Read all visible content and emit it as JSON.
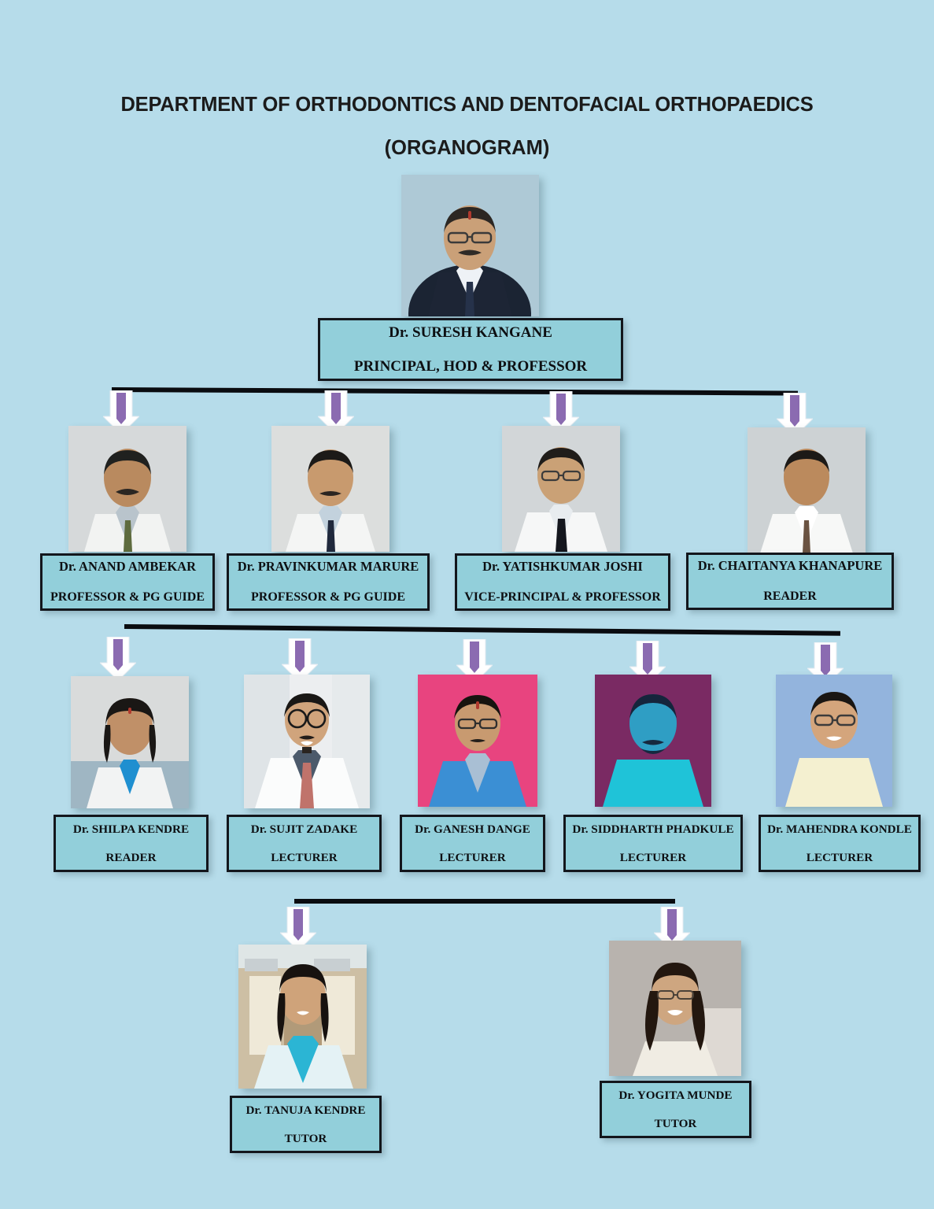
{
  "title": {
    "line1": "DEPARTMENT OF ORTHODONTICS AND DENTOFACIAL ORTHOPAEDICS",
    "line2": "(ORGANOGRAM)"
  },
  "colors": {
    "background": "#b6dcea",
    "box_fill": "#92cfda",
    "box_border": "#13161c",
    "connector_line": "#0a0c10",
    "arrow_outer": "#ffffff",
    "arrow_inner": "#8b6bb1",
    "text": "#0d0f12"
  },
  "levels": [
    {
      "level": 1,
      "nodes": [
        {
          "name": "Dr. SURESH KANGANE",
          "role": "PRINCIPAL, HOD & PROFESSOR"
        }
      ]
    },
    {
      "level": 2,
      "nodes": [
        {
          "name": "Dr. ANAND AMBEKAR",
          "role": "PROFESSOR & PG GUIDE"
        },
        {
          "name": "Dr. PRAVINKUMAR MARURE",
          "role": "PROFESSOR & PG GUIDE"
        },
        {
          "name": "Dr. YATISHKUMAR JOSHI",
          "role": "VICE-PRINCIPAL & PROFESSOR"
        },
        {
          "name": "Dr. CHAITANYA KHANAPURE",
          "role": "READER"
        }
      ]
    },
    {
      "level": 3,
      "nodes": [
        {
          "name": "Dr. SHILPA KENDRE",
          "role": "READER"
        },
        {
          "name": "Dr. SUJIT ZADAKE",
          "role": "LECTURER"
        },
        {
          "name": "Dr. GANESH DANGE",
          "role": "LECTURER"
        },
        {
          "name": "Dr. SIDDHARTH PHADKULE",
          "role": "LECTURER"
        },
        {
          "name": "Dr. MAHENDRA KONDLE",
          "role": "LECTURER"
        }
      ]
    },
    {
      "level": 4,
      "nodes": [
        {
          "name": "Dr. TANUJA KENDRE",
          "role": "TUTOR"
        },
        {
          "name": "Dr. YOGITA MUNDE",
          "role": "TUTOR"
        }
      ]
    }
  ]
}
